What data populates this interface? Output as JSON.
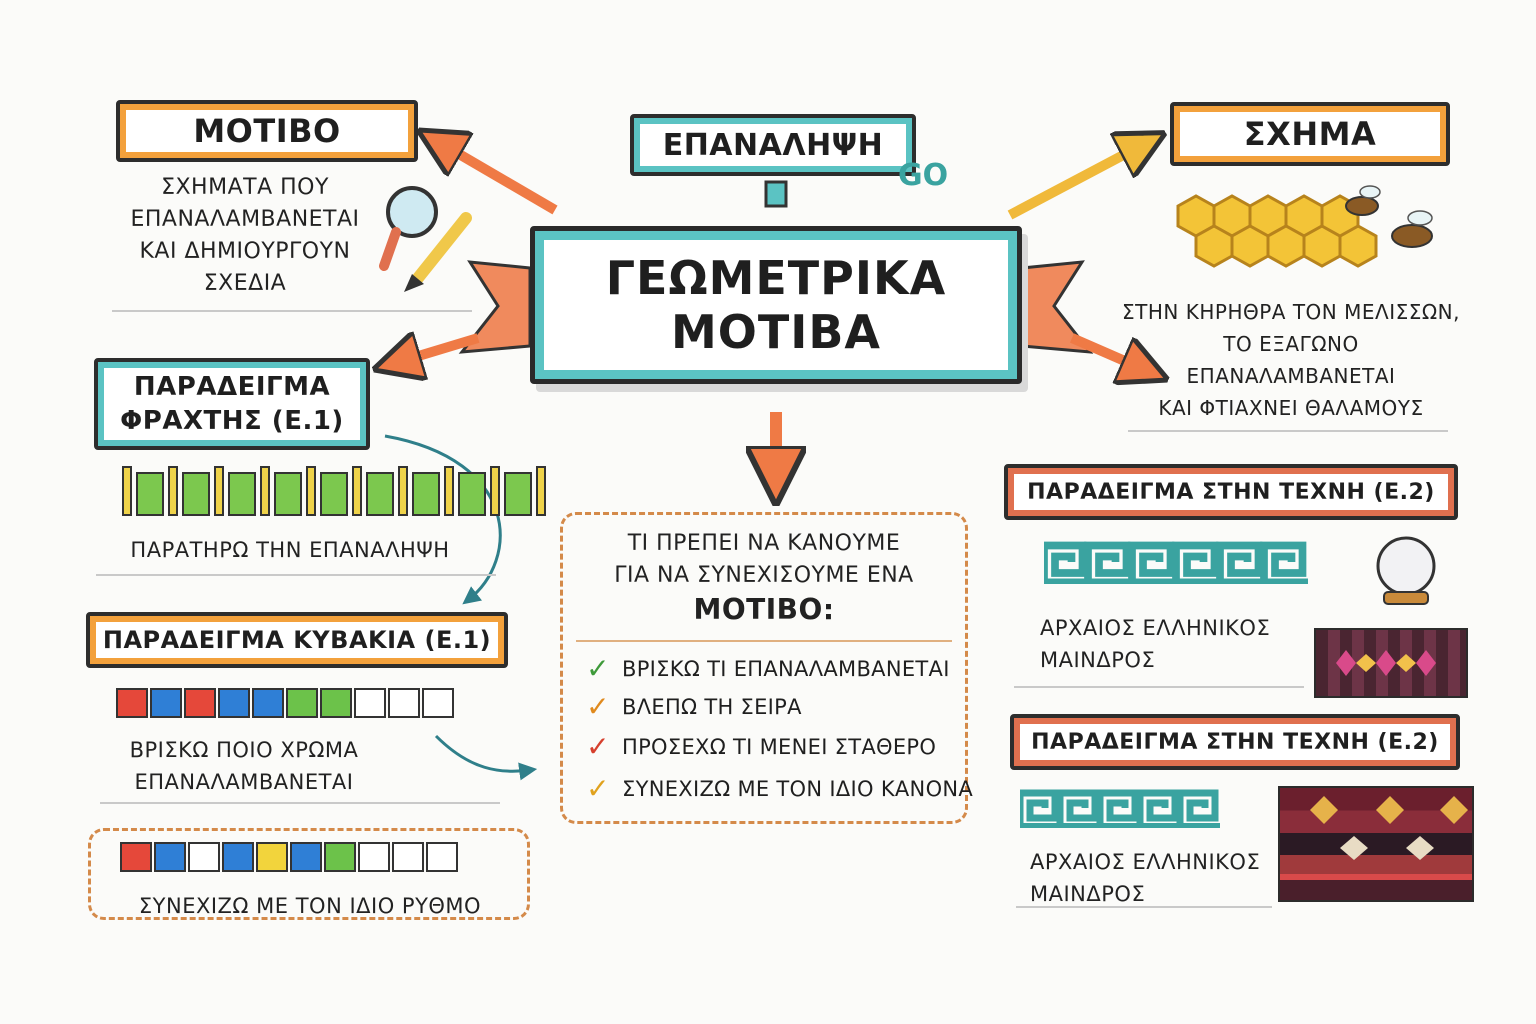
{
  "title": {
    "line1": "ΓΕΩΜΕΤΡΙΚΑ",
    "line2": "ΜΟΤΙΒΑ"
  },
  "repetition": {
    "label": "ΕΠΑΝΑΛΗΨΗ",
    "scribble": "GO"
  },
  "motif": {
    "label": "ΜΟΤΙΒΟ",
    "desc": [
      "ΣΧΗΜΑΤΑ ΠΟΥ",
      "ΕΠΑΝΑΛΑΜΒΑΝΕΤΑΙ",
      "ΚΑΙ ΔΗΜΙΟΥΡΓΟΥΝ",
      "ΣΧΕΔΙΑ"
    ]
  },
  "shape": {
    "label": "ΣΧΗΜΑ",
    "desc": [
      "ΣΤΗΝ ΚΗΡΗΘΡΑ ΤΟΝ ΜΕΛΙΣΣΩΝ,",
      "ΤΟ ΕΞΑΓΩΝΟ",
      "ΕΠΑΝΑΛΑΜΒΑΝΕΤΑΙ",
      "ΚΑΙ ΦΤΙΑΧΝΕΙ ΘΑΛΑΜΟΥΣ"
    ]
  },
  "fence_example": {
    "label_line1": "ΠΑΡΑΔΕΙΓΜΑ",
    "label_line2": "ΦΡΑΧΤΗΣ (Ε.1)",
    "caption": "ΠΑΡΑΤΗΡΩ ΤΗΝ ΕΠΑΝΑΛΗΨΗ",
    "panels": 9
  },
  "cubes_example": {
    "label": "ΠΑΡΑΔΕΙΓΜΑ ΚΥΒΑΚΙΑ (Ε.1)",
    "caption_line1": "ΒΡΙΣΚΩ ΠΟΙΟ ΧΡΩΜΑ",
    "caption_line2": "ΕΠΑΝΑΛΑΜΒΑΝΕΤΑΙ",
    "colors": [
      "#e5483a",
      "#2f7fd6",
      "#e5483a",
      "#2f7fd6",
      "#2f7fd6",
      "#6cc24a",
      "#6cc24a",
      "#ffffff",
      "#ffffff",
      "#ffffff"
    ]
  },
  "rhythm": {
    "caption": "ΣΥΝΕΧΙΖΩ ΜΕ ΤΟΝ ΙΔΙΟ ΡΥΘΜΟ",
    "colors": [
      "#e5483a",
      "#2f7fd6",
      "#ffffff",
      "#2f7fd6",
      "#f2d43c",
      "#2f7fd6",
      "#6cc24a",
      "#ffffff",
      "#ffffff",
      "#ffffff"
    ]
  },
  "what_to_do": {
    "line1": "ΤΙ ΠΡΕΠΕΙ ΝΑ ΚΑΝΟΥΜΕ",
    "line2": "ΓΙΑ ΝΑ ΣΥΝΕΧΙΣΟΥΜΕ ΕΝΑ",
    "line3": "ΜΟΤΙΒΟ:",
    "steps": [
      {
        "text": "ΒΡΙΣΚΩ ΤΙ ΕΠΑΝΑΛΑΜΒΑΝΕΤΑΙ",
        "color": "#3e9a3a"
      },
      {
        "text": "ΒΛΕΠΩ ΤΗ ΣΕΙΡΑ",
        "color": "#e08a1e"
      },
      {
        "text": "ΠΡΟΣΕΧΩ ΤΙ ΜΕΝΕΙ ΣΤΑΘΕΡΟ",
        "color": "#d6402e"
      },
      {
        "text": "ΣΥΝΕΧΙΖΩ ΜΕ ΤΟΝ ΙΔΙΟ ΚΑΝΟΝΑ",
        "color": "#e0a21e"
      }
    ]
  },
  "art1": {
    "label": "ΠΑΡΑΔΕΙΓΜΑ ΣΤΗΝ ΤΕΧΝΗ (Ε.2)",
    "caption_line1": "ΑΡΧΑΙΟΣ ΕΛΛΗΝΙΚΟΣ",
    "caption_line2": "ΜΑΙΝΔΡΟΣ"
  },
  "art2": {
    "label": "ΠΑΡΑΔΕΙΓΜΑ ΣΤΗΝ ΤΕΧΝΗ (Ε.2)",
    "caption_line1": "ΑΡΧΑΙΟΣ ΕΛΛΗΝΙΚΟΣ",
    "caption_line2": "ΜΑΙΝΔΡΟΣ"
  },
  "colors": {
    "teal": "#3aa3a0",
    "orange": "#f3a13c",
    "red": "#e0704f",
    "honey": "#f3c437",
    "arrow_orange": "#ef7a45"
  }
}
